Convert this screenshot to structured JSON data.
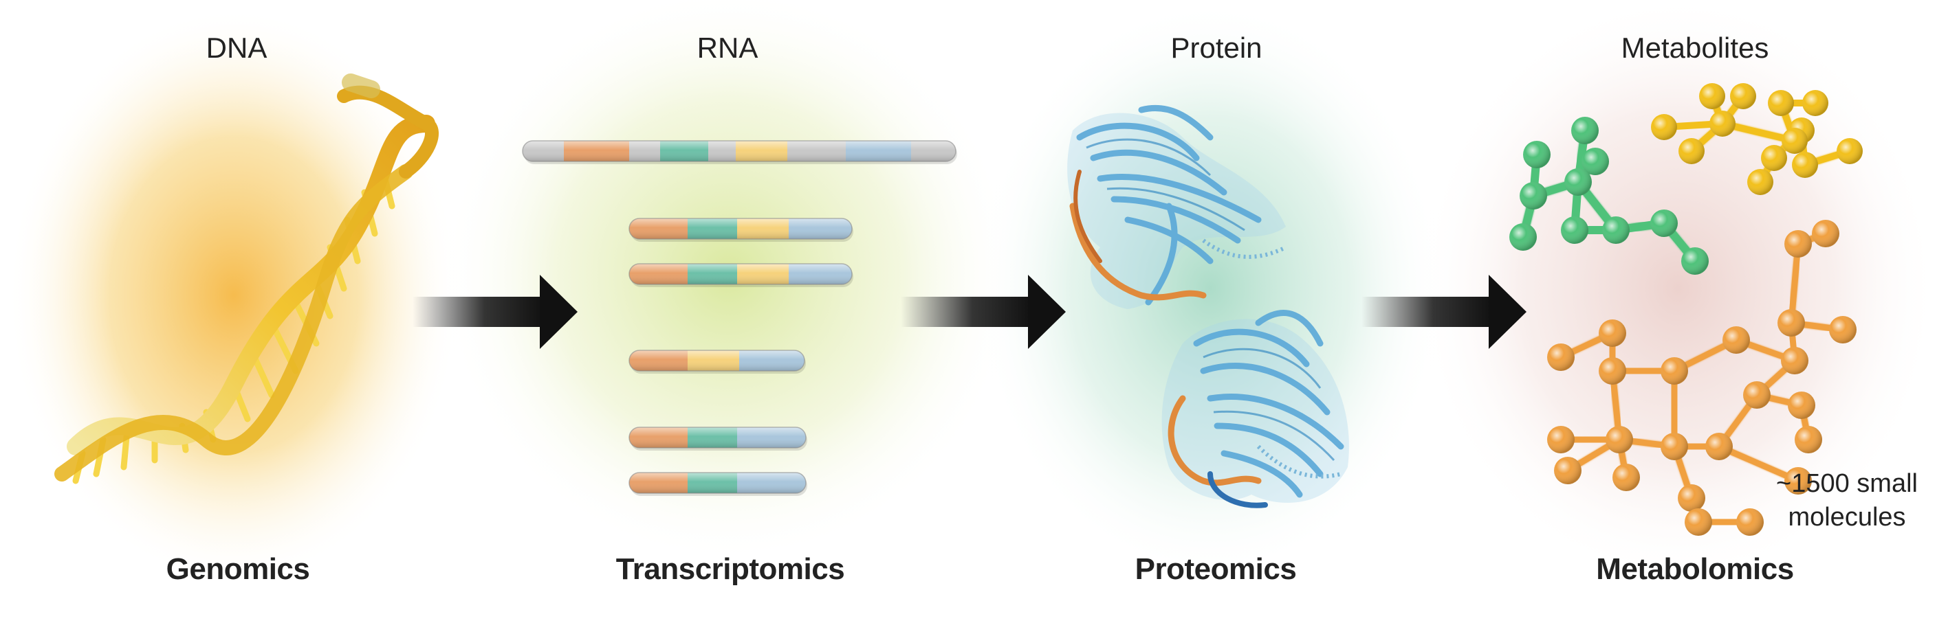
{
  "stages": [
    {
      "id": "dna",
      "entity": "DNA",
      "field": "Genomics"
    },
    {
      "id": "rna",
      "entity": "RNA",
      "field": "Transcriptomics"
    },
    {
      "id": "protein",
      "entity": "Protein",
      "field": "Proteomics"
    },
    {
      "id": "metabolites",
      "entity": "Metabolites",
      "field": "Metabolomics"
    }
  ],
  "metabolite_note": [
    "~1500 small",
    "molecules"
  ],
  "colors": {
    "dna_glow": "#f5c04a",
    "rna_glow": "#d9e89c",
    "protein_glow": "#9fd8c2",
    "metabolite_glow": "#e9c9c4",
    "arrow": "#111111",
    "segment_orange": "#e8a06a",
    "segment_teal": "#6cc0a8",
    "segment_yellow": "#f6d27c",
    "segment_blue": "#a9c6dc",
    "segment_gray": "#c8c8c8",
    "molecule_green": "#4fc27a",
    "molecule_yellow": "#f2c01c",
    "molecule_orange": "#f0a040",
    "protein_ribbon": "#5aa8d8"
  },
  "icons": {
    "dna": "double-helix",
    "rna": "transcript-bars",
    "protein": "ribbon-structure",
    "metabolites": "ball-and-stick-molecules",
    "arrow": "right-arrow"
  }
}
